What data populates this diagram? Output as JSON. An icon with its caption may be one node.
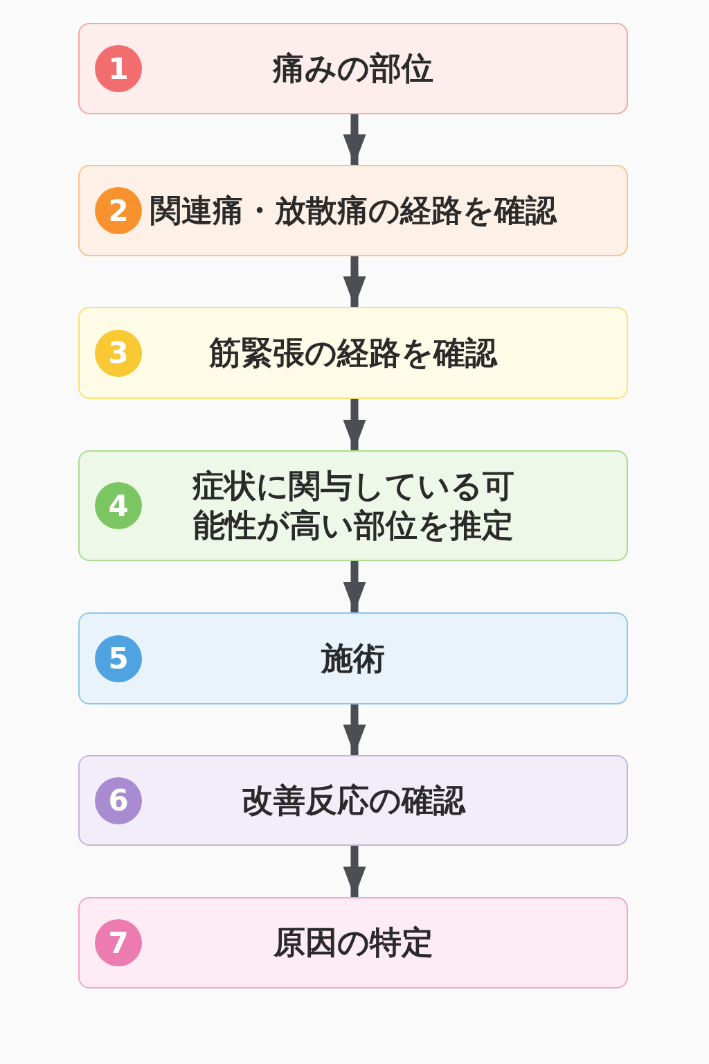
{
  "diagram": {
    "nodes": [
      {
        "text": [
          "1",
          "痛みの部位"
        ]
      },
      {
        "text": [
          "2",
          "関連痛・放散痛の経路を確認"
        ]
      },
      {
        "text": [
          "3",
          "筋緊張の経路を確認"
        ]
      },
      {
        "text": [
          "4",
          "症状に関与している可能性が高い部位を推定"
        ]
      },
      {
        "text": [
          "5",
          "施術"
        ]
      },
      {
        "text": [
          "6",
          "改善反応の確認"
        ]
      },
      {
        "text": [
          "7",
          "原因の特定"
        ]
      }
    ],
    "edges": [
      {
        "from": 0,
        "to": 1,
        "arrow": "to"
      },
      {
        "from": 1,
        "to": 2,
        "arrow": "to"
      },
      {
        "from": 2,
        "to": 3,
        "arrow": "to"
      },
      {
        "from": 3,
        "to": 4,
        "arrow": "to"
      },
      {
        "from": 4,
        "to": 5,
        "arrow": "to"
      },
      {
        "from": 5,
        "to": 6,
        "arrow": "to"
      }
    ]
  }
}
